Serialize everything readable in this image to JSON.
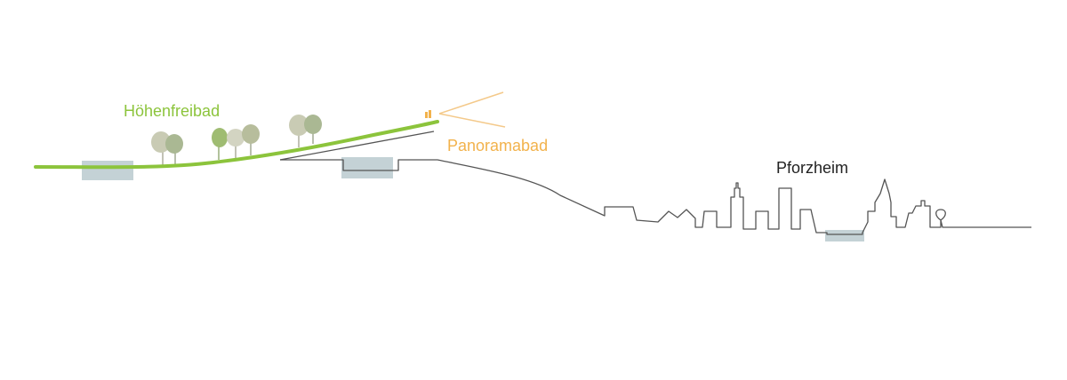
{
  "labels": {
    "hoehenfreibad": "Höhenfreibad",
    "panoramabad": "Panoramabad",
    "pforzheim": "Pforzheim"
  },
  "colors": {
    "terrain_green": "#8cc43c",
    "tree_canopy_light": "#c9cbb4",
    "tree_canopy_mid": "#aab893",
    "tree_canopy_green": "#9fbc72",
    "panorama_orange": "#f2b24c",
    "view_cone": "#f4c98a",
    "skyline_line": "#555555",
    "pool_fill": "#c4d2d6",
    "label_green": "#8cc43c",
    "label_orange": "#f2b24c",
    "label_dark": "#222222"
  },
  "icons": {
    "tree": "tree-icon",
    "person": "person-icon",
    "view_cone": "view-cone-icon"
  }
}
